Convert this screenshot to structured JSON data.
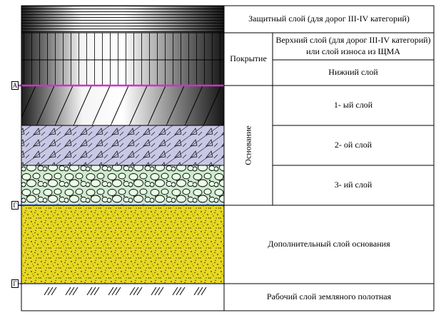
{
  "labels": {
    "protective": "Защитный слой (для дорог III-IV категорий)",
    "coating": "Покрытие",
    "upper": "Верхний слой (для дорог III-IV категорий) или слой износа из ЩМА",
    "lower": "Нижний слой",
    "base": "Основание",
    "base1": "1- ый слой",
    "base2": "2- ой слой",
    "base3": "3- ий слой",
    "additional": "Дополнительный слой основания",
    "working": "Рабочий слой земляного полотная"
  },
  "markers": {
    "a": "А",
    "g1": "Г",
    "g2": "Г"
  },
  "colors": {
    "boundary_a": "#cc33cc",
    "boundary_g": "#2233cc",
    "base2_fill": "#c8c8e6",
    "base3_fill": "#cdeccd",
    "additional_fill": "#e8d820"
  }
}
